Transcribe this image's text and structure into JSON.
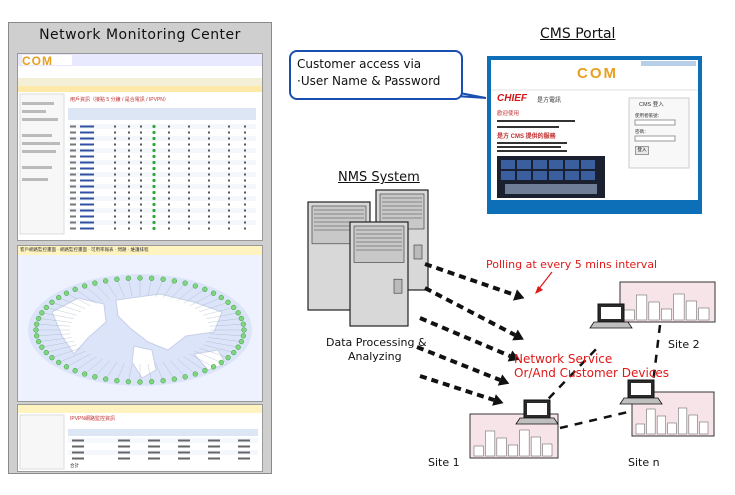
{
  "nmc": {
    "title": "Network Monitoring Center",
    "shot1_logo": "COM",
    "shot1_heading": "用戶資訊（接點 5 分鐘 / 是合電訊 / IPVPN）",
    "shot2_tabs": "客戶網路監控畫面 · 網路監控畫面 · 可用率報表 · 問題 · 維護排程",
    "shot3_heading": "IPVPN網路監控資訊",
    "footer_total": "合計"
  },
  "cms": {
    "title": "CMS Portal",
    "logo": "COM",
    "brand": "CHIEF",
    "brand_sub": "是方電訊",
    "welcome": "歡迎使用",
    "service_title": "是方 CMS 提供的服務",
    "login_title": "CMS 登入",
    "login_button": "登入",
    "account_label": "使用者帳號：",
    "password_label": "密碼："
  },
  "bubble": {
    "line1": "Customer access via",
    "line2": "·User Name & Password"
  },
  "nms": {
    "title": "NMS System",
    "caption_line1": "Data Processing &",
    "caption_line2": "Analyzing"
  },
  "polling": "Polling at every 5 mins interval",
  "network_service": {
    "line1": "Network Service",
    "line2": "Or/And Customer Devices"
  },
  "sites": {
    "site1": "Site 1",
    "site2": "Site 2",
    "siten": "Site n"
  },
  "colors": {
    "red_text": "#e01818",
    "bubble_border": "#1a4fb0",
    "cms_frame": "#0d6fb8",
    "dash_line": "#111111"
  }
}
